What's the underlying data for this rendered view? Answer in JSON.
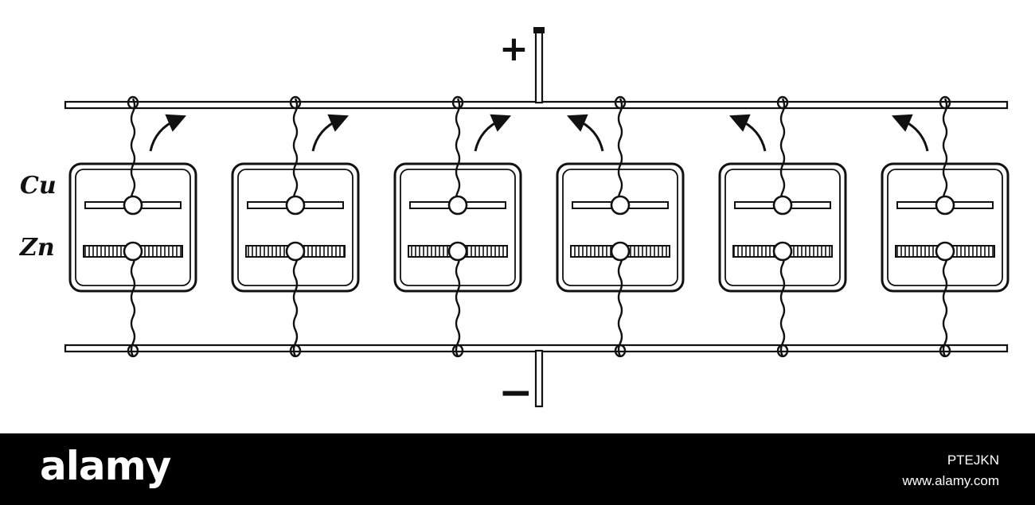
{
  "labels": {
    "copper": "Cu",
    "zinc": "Zn",
    "positive": "+",
    "negative": "−"
  },
  "diagram": {
    "cells": 6,
    "current_directions": [
      "right",
      "right",
      "right",
      "left",
      "left",
      "left"
    ]
  },
  "watermark": {
    "brand": "alamy",
    "image_id": "PTEJKN",
    "site": "www.alamy.com"
  },
  "colors": {
    "ink": "#111111",
    "paper": "#ffffff",
    "banner": "#000000",
    "banner_text": "#ffffff"
  }
}
